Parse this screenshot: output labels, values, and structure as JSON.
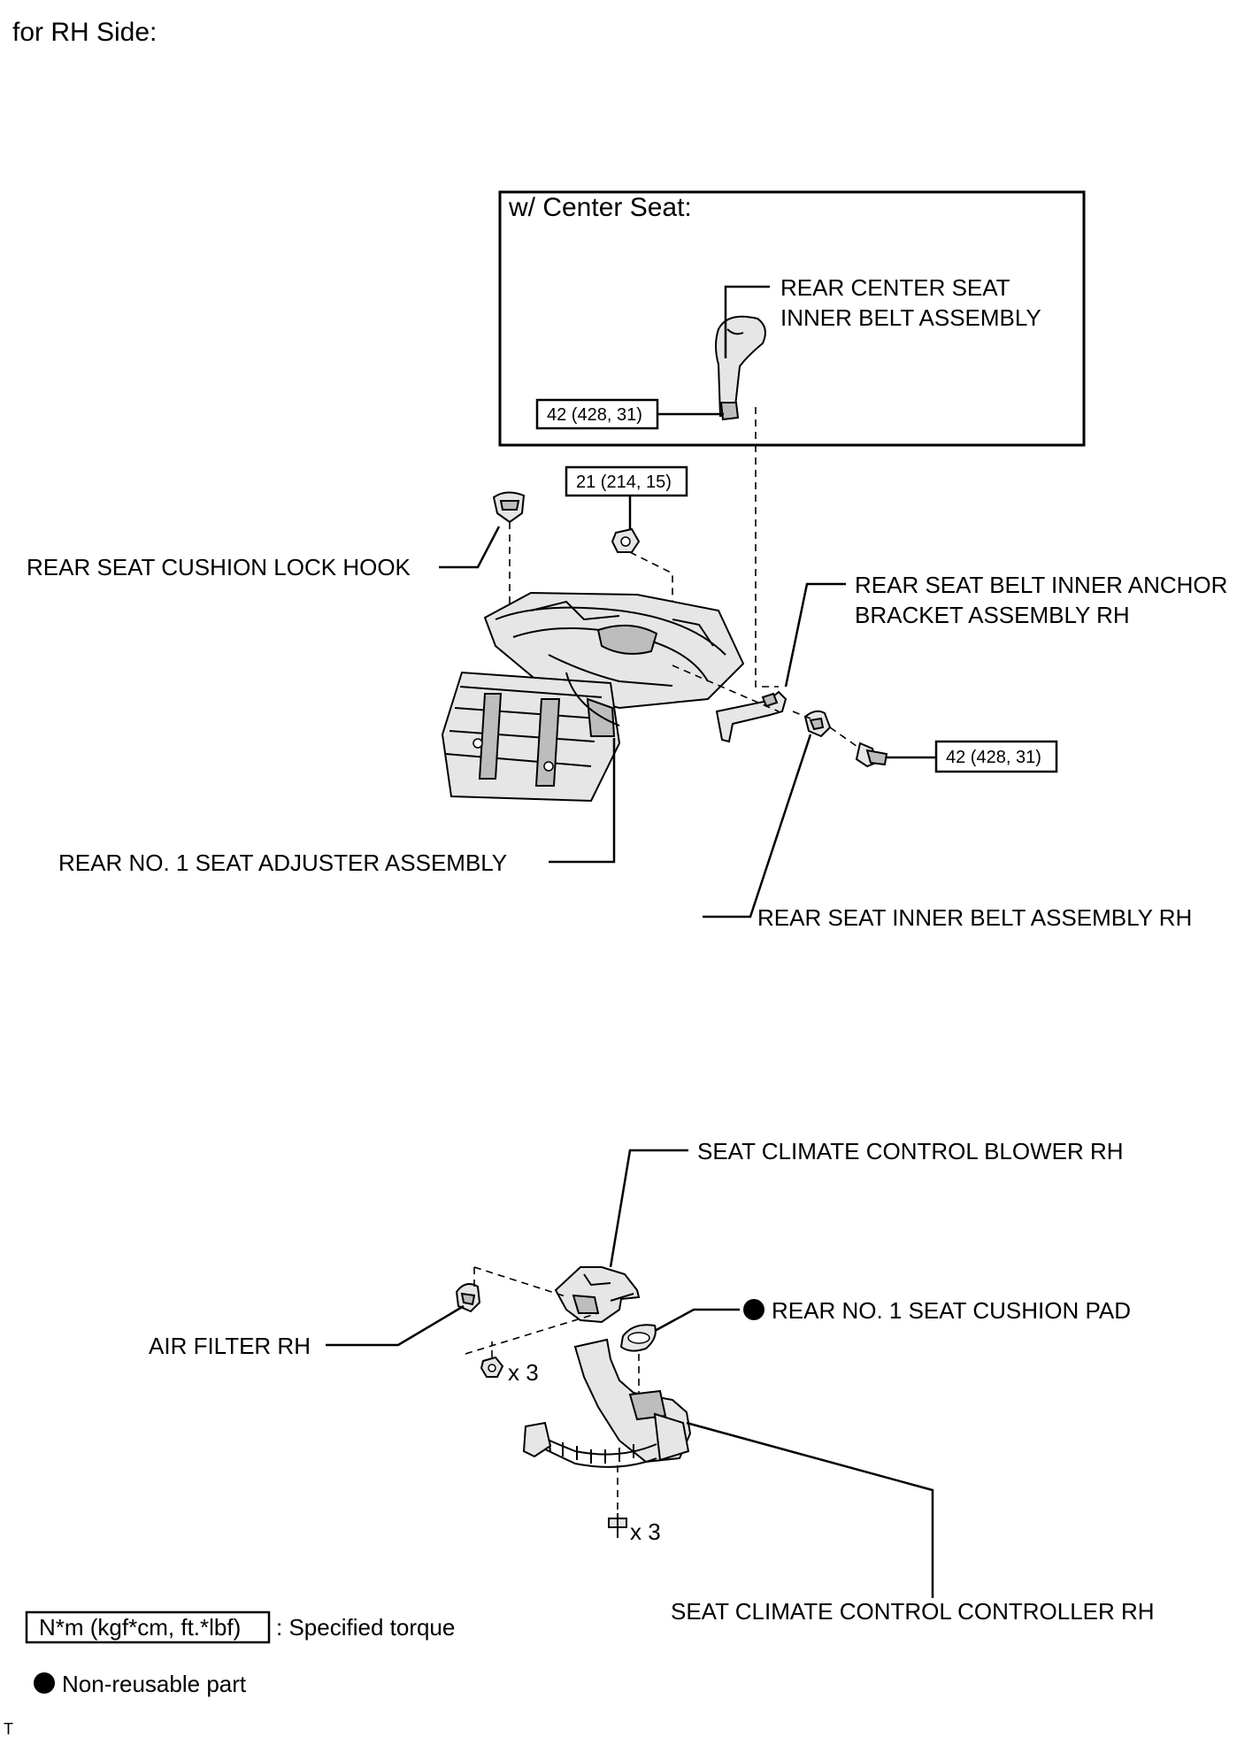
{
  "title": "for RH Side:",
  "inset": {
    "title": "w/ Center Seat:"
  },
  "labels": {
    "rear_center_seat_inner_belt_line1": "REAR CENTER SEAT",
    "rear_center_seat_inner_belt_line2": "INNER BELT ASSEMBLY",
    "rear_seat_cushion_lock_hook": "REAR SEAT CUSHION LOCK HOOK",
    "rear_seat_belt_inner_anchor_line1": "REAR SEAT BELT INNER ANCHOR",
    "rear_seat_belt_inner_anchor_line2": "BRACKET ASSEMBLY RH",
    "rear_no1_seat_adjuster": "REAR NO. 1 SEAT ADJUSTER ASSEMBLY",
    "rear_seat_inner_belt_rh": "REAR SEAT INNER BELT ASSEMBLY RH",
    "seat_climate_control_blower_rh": "SEAT CLIMATE CONTROL BLOWER RH",
    "rear_no1_seat_cushion_pad": "REAR NO. 1 SEAT CUSHION PAD",
    "air_filter_rh": "AIR FILTER RH",
    "seat_climate_control_controller_rh": "SEAT CLIMATE CONTROL CONTROLLER RH"
  },
  "torques": {
    "inset_bolt": "42 (428, 31)",
    "nut_top": "21 (214, 15)",
    "anchor_bolt": "42 (428, 31)"
  },
  "quantities": {
    "nut_qty": "x 3",
    "screw_qty": "x 3"
  },
  "legend": {
    "torque_box": "N*m (kgf*cm, ft.*lbf)",
    "torque_desc": ": Specified torque",
    "non_reusable": "Non-reusable part"
  },
  "corner_mark": "T"
}
